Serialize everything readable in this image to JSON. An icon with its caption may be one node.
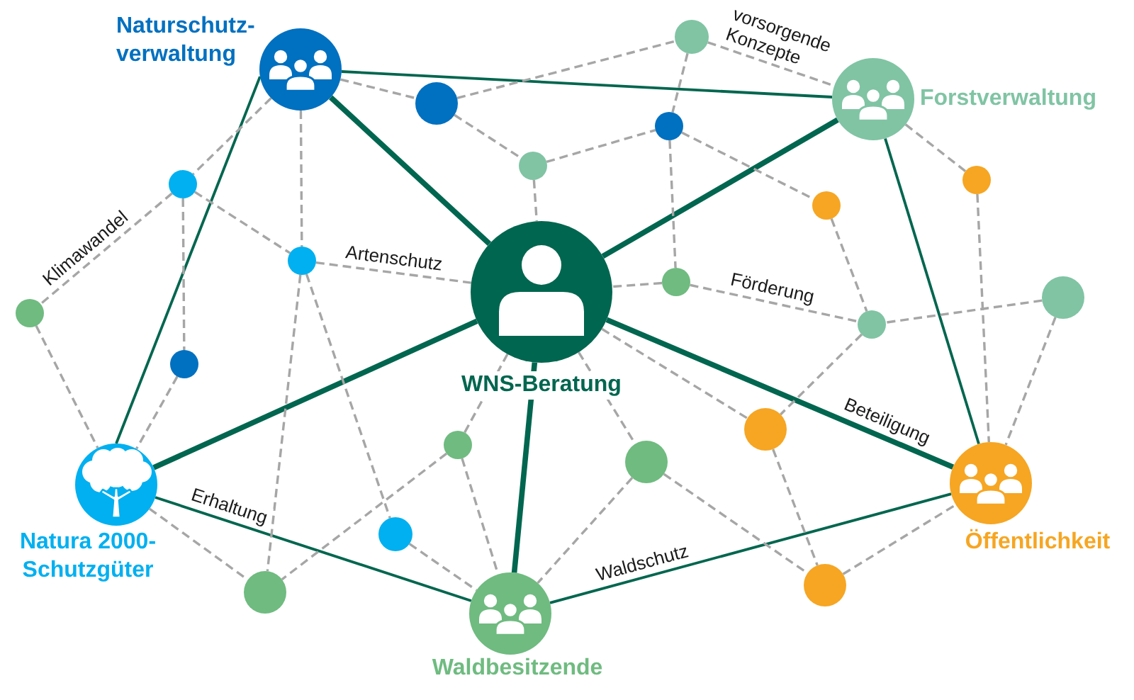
{
  "diagram": {
    "nodes": [
      {
        "text": [
          "Naturschutz- verwaltung"
        ]
      },
      {
        "text": [
          "Forstverwaltung"
        ]
      },
      {
        "text": [
          "WNS-Beratung"
        ]
      },
      {
        "text": [
          "Natura 2000- Schutzgüter"
        ]
      },
      {
        "text": [
          "Waldbesitzende"
        ]
      },
      {
        "text": [
          "Öffentlichkeit"
        ]
      },
      {
        "text": [],
        "shape": "circle"
      },
      {
        "text": [],
        "shape": "circle"
      },
      {
        "text": [],
        "shape": "circle"
      },
      {
        "text": [],
        "shape": "circle"
      },
      {
        "text": [],
        "shape": "circle"
      },
      {
        "text": [],
        "shape": "circle"
      },
      {
        "text": [],
        "shape": "circle"
      },
      {
        "text": [],
        "shape": "circle"
      },
      {
        "text": [],
        "shape": "circle"
      },
      {
        "text": [],
        "shape": "circle"
      },
      {
        "text": [],
        "shape": "circle"
      },
      {
        "text": [],
        "shape": "circle"
      },
      {
        "text": [],
        "shape": "circle"
      },
      {
        "text": [],
        "shape": "circle"
      },
      {
        "text": [],
        "shape": "circle"
      },
      {
        "text": [],
        "shape": "circle"
      },
      {
        "text": [],
        "shape": "circle"
      },
      {
        "text": [],
        "shape": "circle"
      },
      {
        "text": [],
        "shape": "circle"
      }
    ],
    "edges": [
      {
        "from": 0,
        "to": 1,
        "arrow": "none",
        "color": "#00664f"
      },
      {
        "from": 0,
        "to": 2,
        "arrow": "none",
        "style": "thick",
        "color": "#00664f"
      },
      {
        "from": 0,
        "to": 3,
        "arrow": "none",
        "color": "#00664f"
      },
      {
        "from": 1,
        "to": 2,
        "arrow": "none",
        "style": "thick",
        "color": "#00664f"
      },
      {
        "from": 1,
        "to": 5,
        "arrow": "none",
        "color": "#00664f"
      },
      {
        "from": 2,
        "to": 3,
        "arrow": "none",
        "style": "thick",
        "color": "#00664f"
      },
      {
        "from": 2,
        "to": 4,
        "arrow": "none",
        "style": "thick",
        "color": "#00664f"
      },
      {
        "from": 2,
        "to": 5,
        "label": "Beteiligung",
        "arrow": "none",
        "style": "thick",
        "color": "#00664f"
      },
      {
        "from": 3,
        "to": 4,
        "label": "Erhaltung",
        "arrow": "none",
        "color": "#00664f"
      },
      {
        "from": 4,
        "to": 5,
        "label": "Waldschutz",
        "arrow": "none",
        "color": "#00664f"
      },
      {
        "from": 0,
        "to": 7,
        "arrow": "none",
        "style": "dashed"
      },
      {
        "from": 7,
        "to": 6,
        "arrow": "none",
        "style": "dashed"
      },
      {
        "from": 6,
        "to": 1,
        "label": "vorsorgende Konzepte",
        "arrow": "none",
        "style": "dashed"
      },
      {
        "from": 7,
        "to": 9,
        "arrow": "none",
        "style": "dashed"
      },
      {
        "from": 9,
        "to": 8,
        "arrow": "none",
        "style": "dashed"
      },
      {
        "from": 9,
        "to": 2,
        "arrow": "none",
        "style": "dashed"
      },
      {
        "from": 6,
        "to": 8,
        "arrow": "none",
        "style": "dashed"
      },
      {
        "from": 8,
        "to": 14,
        "arrow": "none",
        "style": "dashed"
      },
      {
        "from": 8,
        "to": 12,
        "arrow": "none",
        "style": "dashed"
      },
      {
        "from": 12,
        "to": 17,
        "arrow": "none",
        "style": "dashed"
      },
      {
        "from": 1,
        "to": 10,
        "arrow": "none",
        "style": "dashed"
      },
      {
        "from": 10,
        "to": 5,
        "arrow": "none",
        "style": "dashed"
      },
      {
        "from": 15,
        "to": 17,
        "arrow": "none",
        "style": "dashed"
      },
      {
        "from": 15,
        "to": 5,
        "arrow": "none",
        "style": "dashed"
      },
      {
        "from": 14,
        "to": 2,
        "arrow": "none",
        "style": "dashed"
      },
      {
        "from": 14,
        "to": 17,
        "label": "Förderung",
        "arrow": "none",
        "style": "dashed"
      },
      {
        "from": 17,
        "to": 19,
        "arrow": "none",
        "style": "dashed"
      },
      {
        "from": 2,
        "to": 19,
        "arrow": "none",
        "style": "dashed"
      },
      {
        "from": 2,
        "to": 21,
        "arrow": "none",
        "style": "dashed"
      },
      {
        "from": 19,
        "to": 24,
        "arrow": "none",
        "style": "dashed"
      },
      {
        "from": 21,
        "to": 24,
        "arrow": "none",
        "style": "dashed"
      },
      {
        "from": 24,
        "to": 5,
        "arrow": "none",
        "style": "dashed"
      },
      {
        "from": 21,
        "to": 4,
        "arrow": "none",
        "style": "dashed"
      },
      {
        "from": 2,
        "to": 20,
        "arrow": "none",
        "style": "dashed"
      },
      {
        "from": 20,
        "to": 4,
        "arrow": "none",
        "style": "dashed"
      },
      {
        "from": 20,
        "to": 23,
        "arrow": "none",
        "style": "dashed"
      },
      {
        "from": 22,
        "to": 4,
        "arrow": "none",
        "style": "dashed"
      },
      {
        "from": 13,
        "to": 22,
        "arrow": "none",
        "style": "dashed"
      },
      {
        "from": 13,
        "to": 23,
        "arrow": "none",
        "style": "dashed"
      },
      {
        "from": 0,
        "to": 13,
        "arrow": "none",
        "style": "dashed"
      },
      {
        "from": 11,
        "to": 13,
        "arrow": "none",
        "style": "dashed"
      },
      {
        "from": 13,
        "to": 2,
        "label": "Artenschutz",
        "arrow": "none",
        "style": "dashed"
      },
      {
        "from": 0,
        "to": 11,
        "arrow": "none",
        "style": "dashed"
      },
      {
        "from": 11,
        "to": 16,
        "label": "Klimawandel",
        "arrow": "none",
        "style": "dashed"
      },
      {
        "from": 11,
        "to": 18,
        "arrow": "none",
        "style": "dashed"
      },
      {
        "from": 18,
        "to": 3,
        "arrow": "none",
        "style": "dashed"
      },
      {
        "from": 16,
        "to": 3,
        "arrow": "none",
        "style": "dashed"
      },
      {
        "from": 3,
        "to": 23,
        "arrow": "none",
        "style": "dashed"
      }
    ]
  }
}
